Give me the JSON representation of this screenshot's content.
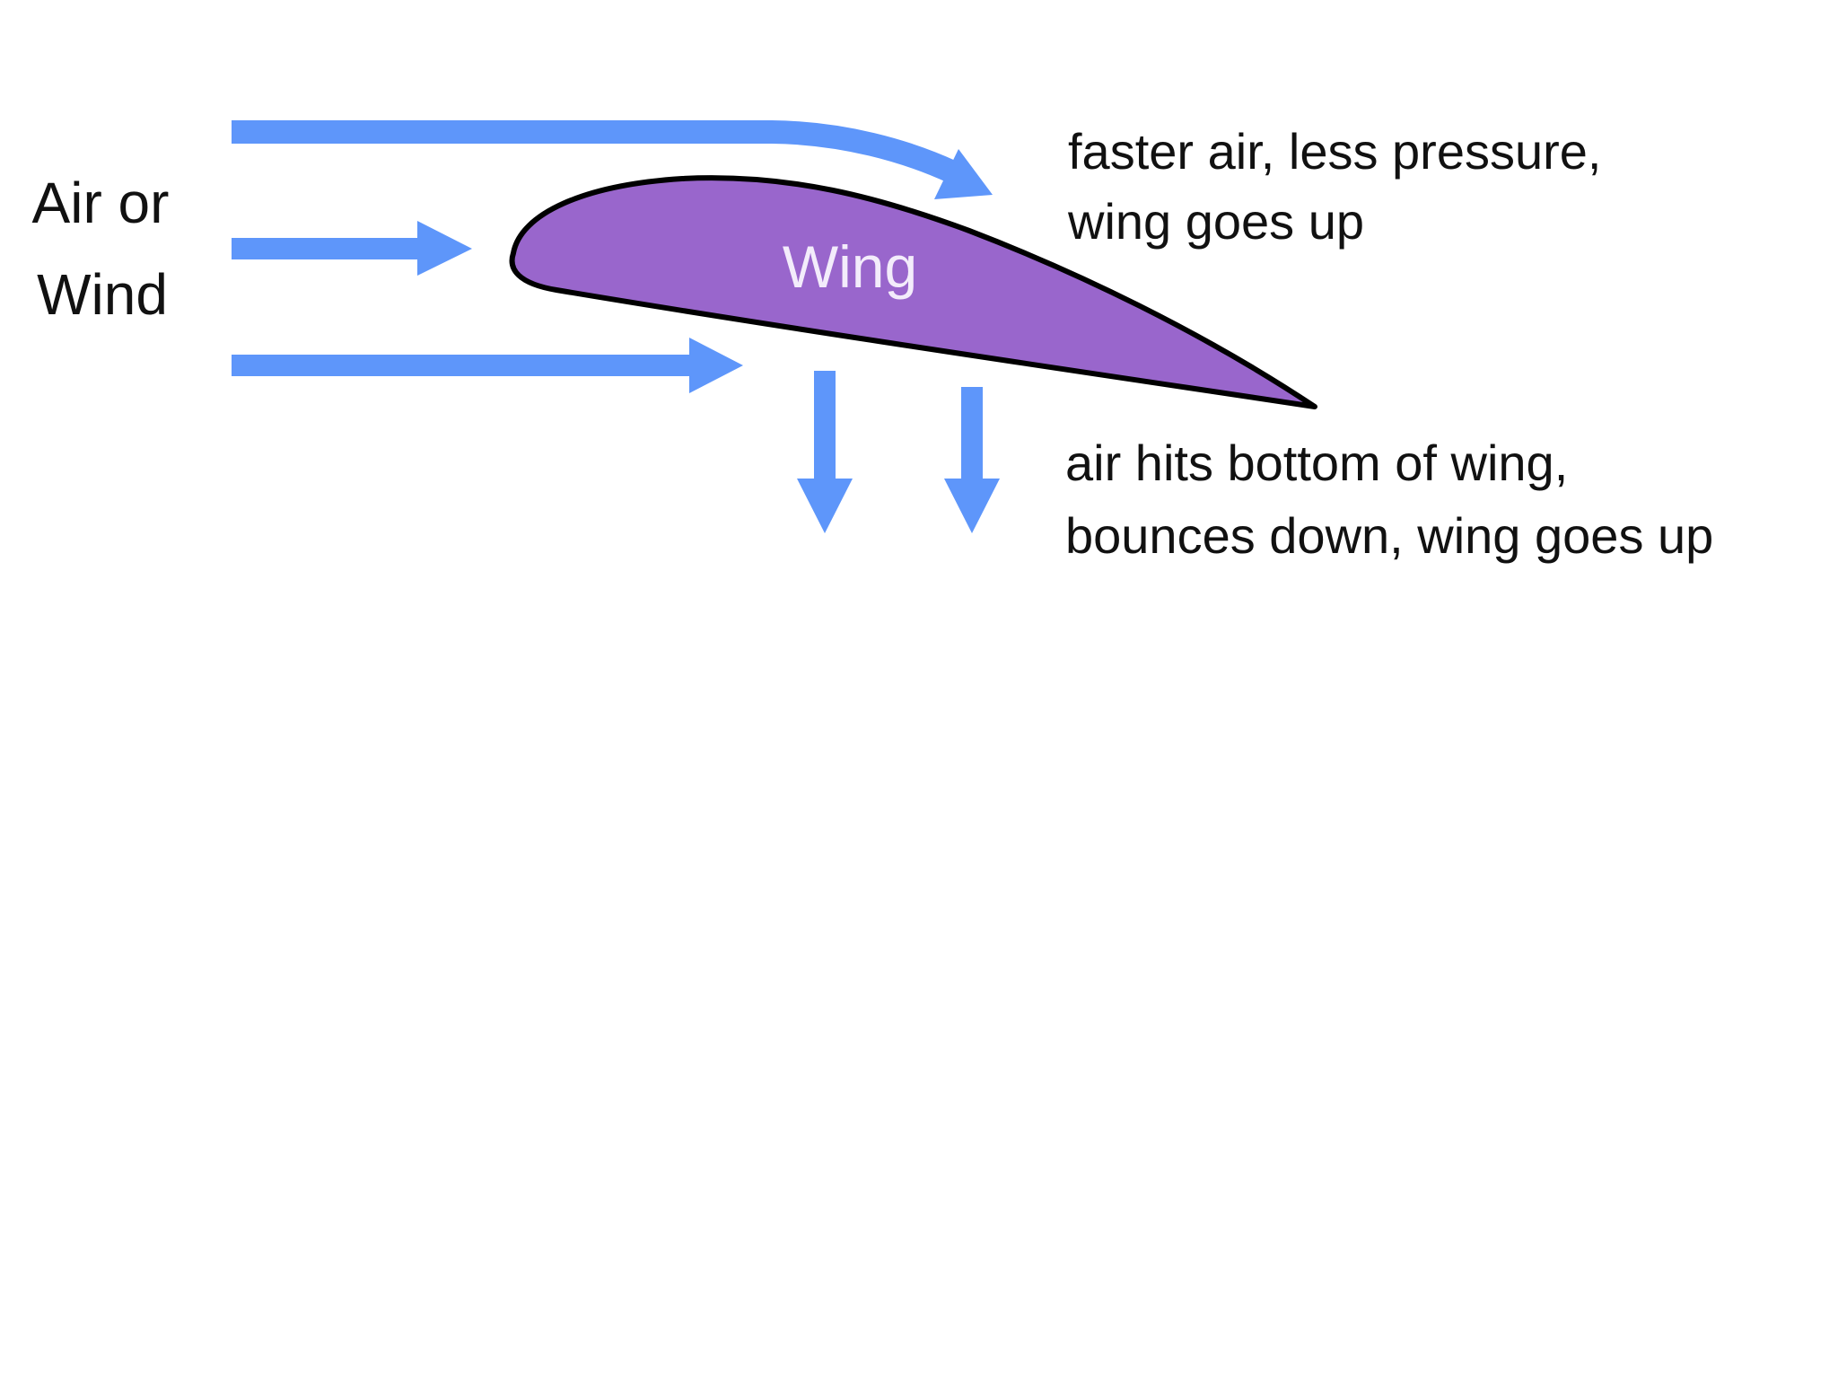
{
  "colors": {
    "background": "#ffffff",
    "arrow": "#5e96fa",
    "wing_fill": "#9966cc",
    "wing_outline": "#000000",
    "wing_text": "#f3ecfb",
    "text": "#111111"
  },
  "labels": {
    "air_line1": "Air or",
    "air_line2": "Wind",
    "wing": "Wing",
    "top_line1": "faster air, less pressure,",
    "top_line2": "wing goes up",
    "bottom_line1": "air hits bottom of wing,",
    "bottom_line2": "bounces down, wing goes up"
  }
}
